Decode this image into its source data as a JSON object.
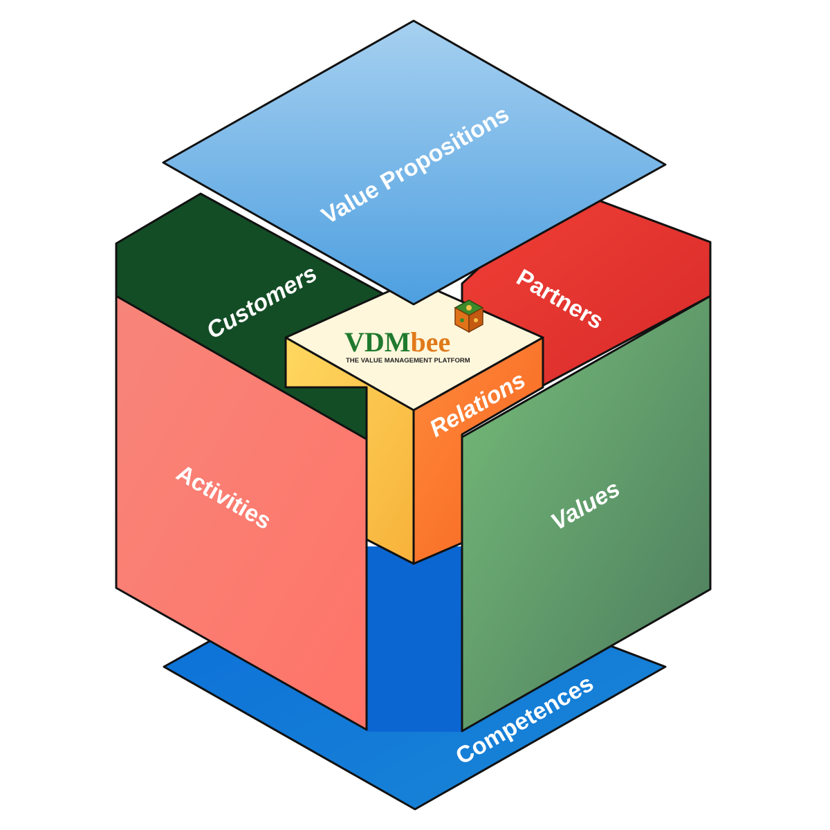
{
  "faces": {
    "value_propositions": {
      "label": "Value Propositions",
      "color": "#5aaae6"
    },
    "customers": {
      "label": "Customers",
      "color": "#134d26"
    },
    "partners": {
      "label": "Partners",
      "color": "#e8322e"
    },
    "activities": {
      "label": "Activities",
      "color": "#fa7a6e"
    },
    "values": {
      "label": "Values",
      "color": "#5d9a66"
    },
    "relations": {
      "label": "Relations",
      "color": "#fb6e2a"
    },
    "competences": {
      "label": "Competences",
      "color": "#0f76d6"
    }
  },
  "logo": {
    "name_part1": "VDM",
    "name_part2": "bee",
    "tagline": "THE VALUE MANAGEMENT PLATFORM",
    "color_primary": "#1f7a2e",
    "color_secondary": "#e07a1a"
  }
}
